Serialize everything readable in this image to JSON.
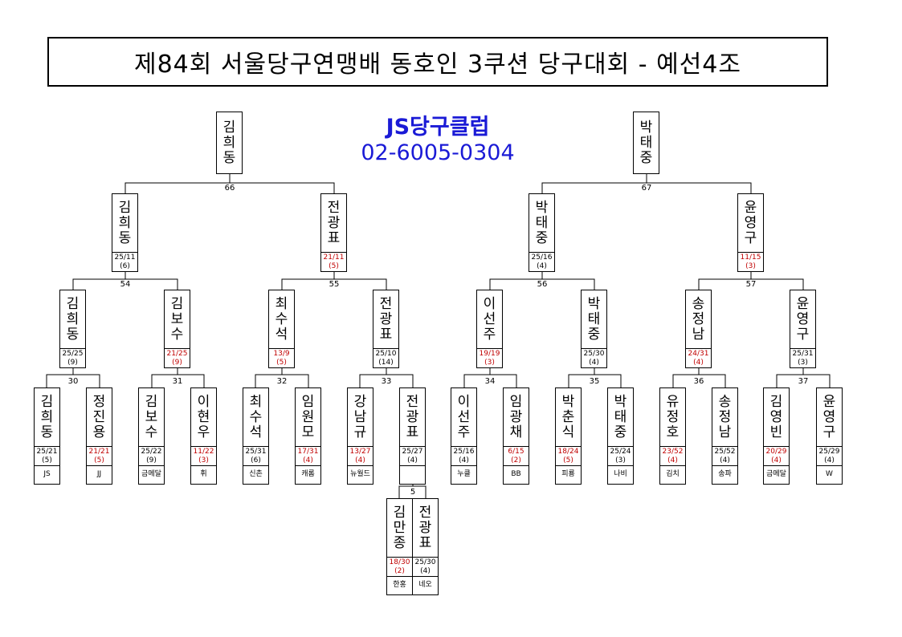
{
  "title": "제84회 서울당구연맹배 동호인 3쿠션 당구대회 - 예선4조",
  "club": {
    "name": "JS당구클럽",
    "phone": "02-6005-0304"
  },
  "match_numbers": {
    "m66": "66",
    "m67": "67",
    "m54": "54",
    "m55": "55",
    "m56": "56",
    "m57": "57",
    "m30": "30",
    "m31": "31",
    "m32": "32",
    "m33": "33",
    "m34": "34",
    "m35": "35",
    "m36": "36",
    "m37": "37",
    "m5": "5"
  },
  "boxes": {
    "w1": {
      "name": "김희동"
    },
    "w2": {
      "name": "박태중"
    },
    "s1": {
      "name": "김희동",
      "s1": "25/11",
      "s2": "(6)",
      "win": true
    },
    "s2": {
      "name": "전광표",
      "s1": "21/11",
      "s2": "(5)",
      "win": false
    },
    "s3": {
      "name": "박태중",
      "s1": "25/16",
      "s2": "(4)",
      "win": true
    },
    "s4": {
      "name": "윤영구",
      "s1": "11/15",
      "s2": "(3)",
      "win": false
    },
    "q1": {
      "name": "김희동",
      "s1": "25/25",
      "s2": "(9)",
      "win": true
    },
    "q2": {
      "name": "김보수",
      "s1": "21/25",
      "s2": "(9)",
      "win": false
    },
    "q3": {
      "name": "최수석",
      "s1": "13/9",
      "s2": "(5)",
      "win": false
    },
    "q4": {
      "name": "전광표",
      "s1": "25/10",
      "s2": "(14)",
      "win": true
    },
    "q5": {
      "name": "이선주",
      "s1": "19/19",
      "s2": "(3)",
      "win": false
    },
    "q6": {
      "name": "박태중",
      "s1": "25/30",
      "s2": "(4)",
      "win": true
    },
    "q7": {
      "name": "송정남",
      "s1": "24/31",
      "s2": "(4)",
      "win": false
    },
    "q8": {
      "name": "윤영구",
      "s1": "25/31",
      "s2": "(3)",
      "win": true
    },
    "r1": {
      "name": "김희동",
      "s1": "25/21",
      "s2": "(5)",
      "win": true,
      "club": "JS"
    },
    "r2": {
      "name": "정진용",
      "s1": "21/21",
      "s2": "(5)",
      "win": false,
      "club": "JJ"
    },
    "r3": {
      "name": "김보수",
      "s1": "25/22",
      "s2": "(9)",
      "win": true,
      "club": "금메달"
    },
    "r4": {
      "name": "이현우",
      "s1": "11/22",
      "s2": "(3)",
      "win": false,
      "club": "휘"
    },
    "r5": {
      "name": "최수석",
      "s1": "25/31",
      "s2": "(6)",
      "win": true,
      "club": "신촌"
    },
    "r6": {
      "name": "임원모",
      "s1": "17/31",
      "s2": "(4)",
      "win": false,
      "club": "캐롬"
    },
    "r7": {
      "name": "강남규",
      "s1": "13/27",
      "s2": "(4)",
      "win": false,
      "club": "뉴월드"
    },
    "r8": {
      "name": "전광표",
      "s1": "25/27",
      "s2": "(4)",
      "win": true,
      "club": ""
    },
    "r9": {
      "name": "이선주",
      "s1": "25/16",
      "s2": "(4)",
      "win": true,
      "club": "누클"
    },
    "r10": {
      "name": "임광채",
      "s1": "6/15",
      "s2": "(2)",
      "win": false,
      "club": "BB"
    },
    "r11": {
      "name": "박춘식",
      "s1": "18/24",
      "s2": "(5)",
      "win": false,
      "club": "피룡"
    },
    "r12": {
      "name": "박태중",
      "s1": "25/24",
      "s2": "(3)",
      "win": true,
      "club": "나비"
    },
    "r13": {
      "name": "유정호",
      "s1": "23/52",
      "s2": "(4)",
      "win": false,
      "club": "김치"
    },
    "r14": {
      "name": "송정남",
      "s1": "25/52",
      "s2": "(4)",
      "win": true,
      "club": "송파"
    },
    "r15": {
      "name": "김영빈",
      "s1": "20/29",
      "s2": "(4)",
      "win": false,
      "club": "금메달"
    },
    "r16": {
      "name": "윤영구",
      "s1": "25/29",
      "s2": "(4)",
      "win": true,
      "club": "W"
    },
    "p1": {
      "name": "김만종",
      "s1": "18/30",
      "s2": "(2)",
      "win": false,
      "club": "한홍"
    },
    "p2": {
      "name": "전광표",
      "s1": "25/30",
      "s2": "(4)",
      "win": true,
      "club": "네오"
    }
  },
  "colors": {
    "loser_score": "#c00000",
    "winner_score": "#000000",
    "club_text": "#1a1ad6"
  }
}
